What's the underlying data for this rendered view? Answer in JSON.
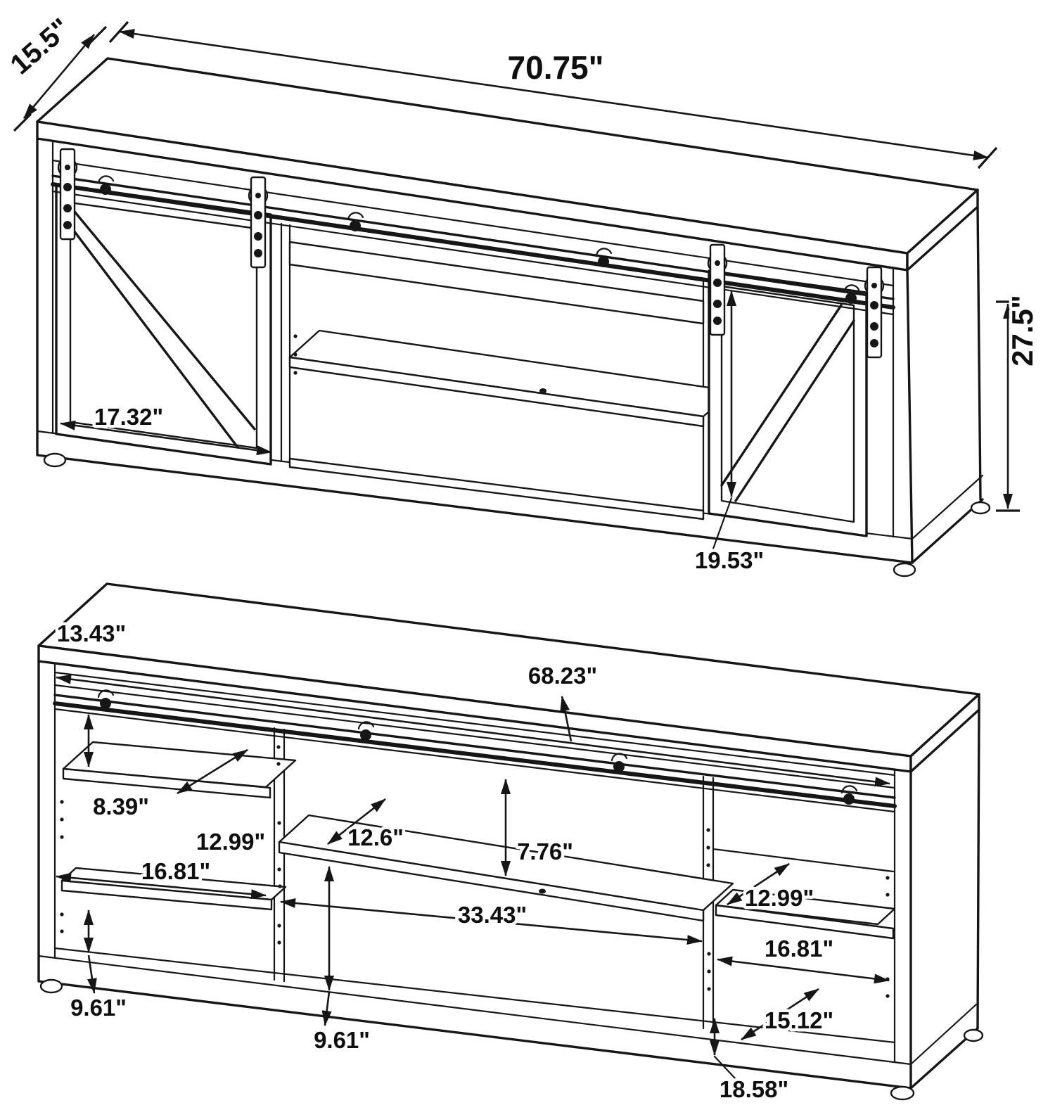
{
  "drawing": {
    "kind": "furniture dimension diagram",
    "subject": "TV console with sliding barn doors",
    "line_color": "#161616",
    "background": "#ffffff",
    "units": "inches"
  },
  "top_view": {
    "dims": {
      "depth": "15.5\"",
      "width": "70.75\"",
      "height": "27.5\"",
      "door_width": "17.32\"",
      "door_height": "19.53\""
    }
  },
  "bottom_view": {
    "dims": {
      "top_depth": "13.43\"",
      "interior_width": "68.23\"",
      "upper_left_height": "8.39\"",
      "left_shelf_depth": "12.99\"",
      "mid_shelf_depth": "12.6\"",
      "mid_opening_height": "7.76\"",
      "left_width": "16.81\"",
      "center_width": "33.43\"",
      "right_shelf_depth": "12.99\"",
      "right_width": "16.81\"",
      "lower_left_height": "9.61\"",
      "lower_mid_height": "9.61\"",
      "right_floor_depth": "15.12\"",
      "right_lower_height": "18.58\""
    }
  }
}
